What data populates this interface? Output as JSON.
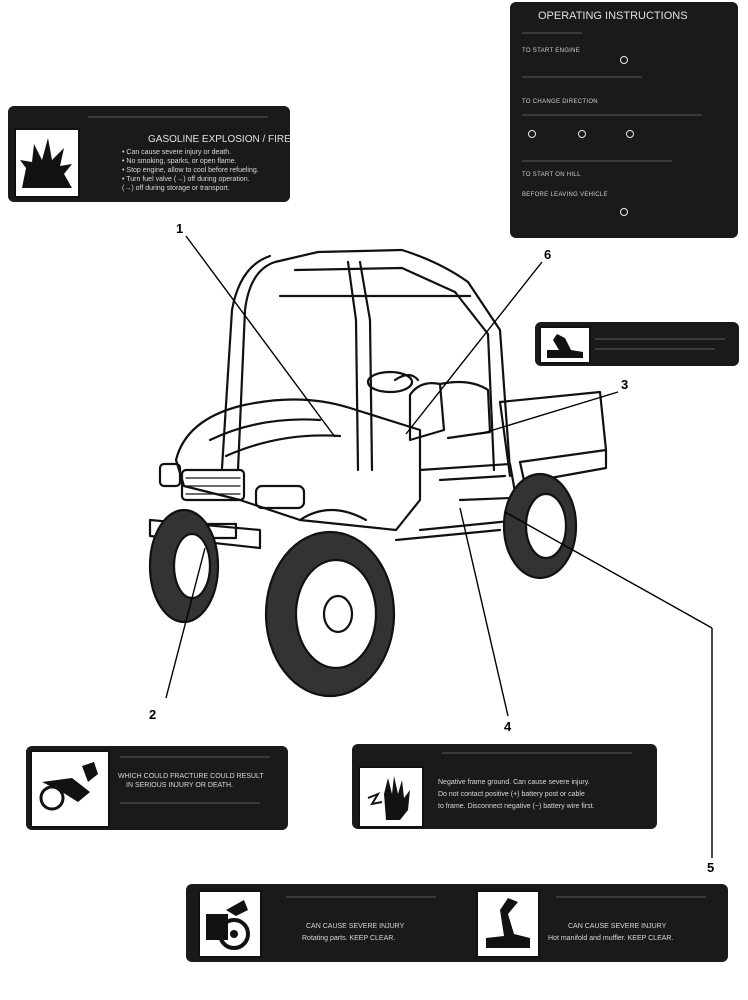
{
  "callouts": [
    "1",
    "2",
    "3",
    "4",
    "5",
    "6"
  ],
  "operating_instructions": {
    "title": "OPERATING INSTRUCTIONS",
    "line1": "TO START ENGINE",
    "line2": "TO CHANGE DIRECTION",
    "line3": "TO START ON HILL",
    "line4": "BEFORE LEAVING VEHICLE"
  },
  "gasoline_label": {
    "title": "GASOLINE EXPLOSION / FIRE.",
    "lines": [
      "• Can cause severe injury or death.",
      "• No smoking, sparks, or open flame.",
      "• Stop engine, allow to cool before refueling.",
      "• Turn fuel valve (→) off during operation.",
      "  (→) off during storage or transport."
    ]
  },
  "fracture_label": {
    "line1": "WHICH COULD FRACTURE COULD RESULT",
    "line2": "IN SERIOUS INJURY OR DEATH."
  },
  "battery_label": {
    "lines": [
      "Negative frame ground. Can cause severe injury.",
      "Do not contact positive (+) battery post or cable",
      "to frame. Disconnect negative (−) battery wire first."
    ]
  },
  "bottom_label": {
    "left_line1": "CAN CAUSE SEVERE INJURY",
    "left_line2": "Rotating parts. KEEP CLEAR.",
    "right_line1": "CAN CAUSE SEVERE INJURY",
    "right_line2": "Hot manifold and muffler. KEEP CLEAR."
  },
  "colors": {
    "label_bg": "#1a1a1a",
    "line": "#000000"
  }
}
